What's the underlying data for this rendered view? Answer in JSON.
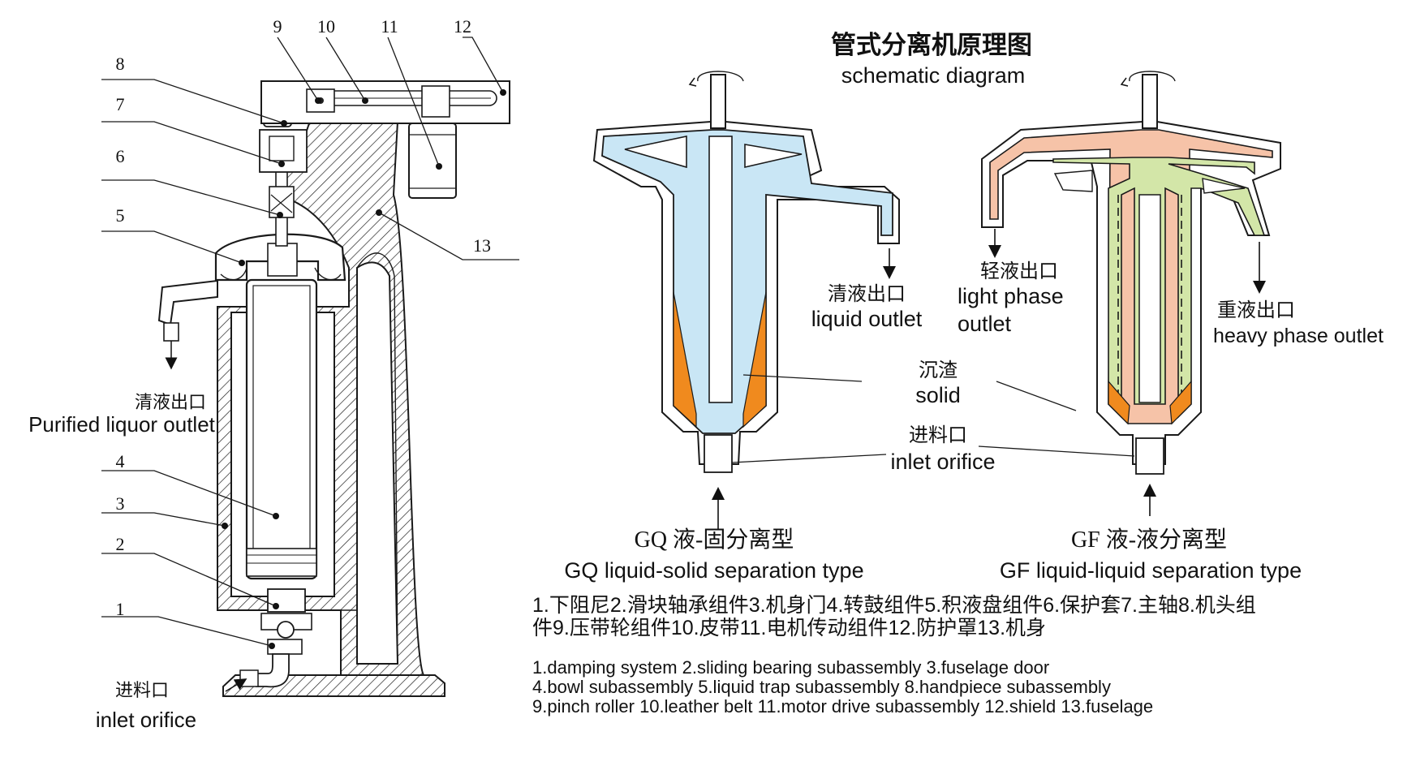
{
  "title": {
    "zh": "管式分离机原理图",
    "en": "schematic diagram"
  },
  "part_numbers": [
    "1",
    "2",
    "3",
    "4",
    "5",
    "6",
    "7",
    "8",
    "9",
    "10",
    "11",
    "12",
    "13"
  ],
  "left_labels": {
    "purified_zh": "清液出口",
    "purified_en": "Purified liquor outlet",
    "inlet_zh": "进料口",
    "inlet_en": "inlet orifice"
  },
  "gq": {
    "outlet_zh": "清液出口",
    "outlet_en": "liquid outlet",
    "type_zh": "GQ 液-固分离型",
    "type_en": "GQ liquid-solid separation type"
  },
  "gf": {
    "light_zh": "轻液出口",
    "light_en_1": "light phase",
    "light_en_2": "outlet",
    "heavy_zh": "重液出口",
    "heavy_en": "heavy phase outlet",
    "type_zh": "GF 液-液分离型",
    "type_en": "GF liquid-liquid separation type"
  },
  "center": {
    "solid_zh": "沉渣",
    "solid_en": "solid",
    "inlet_zh": "进料口",
    "inlet_en": "inlet orifice"
  },
  "legend_zh": [
    "1.下阻尼2.滑块轴承组件3.机身门4.转鼓组件5.积液盘组件6.保护套7.主轴8.机头组",
    "件9.压带轮组件10.皮带11.电机传动组件12.防护罩13.机身"
  ],
  "legend_en": [
    "1.damping system 2.sliding bearing subassembly 3.fuselage door",
    "4.bowl subassembly  5.liquid trap subassembly 8.handpiece subassembly",
    "9.pinch roller 10.leather belt 11.motor drive subassembly 12.shield 13.fuselage"
  ],
  "colors": {
    "liquid": "#c9e6f5",
    "solid": "#f08a1e",
    "light_phase": "#f6c3a8",
    "heavy_phase": "#d3e6a8"
  }
}
